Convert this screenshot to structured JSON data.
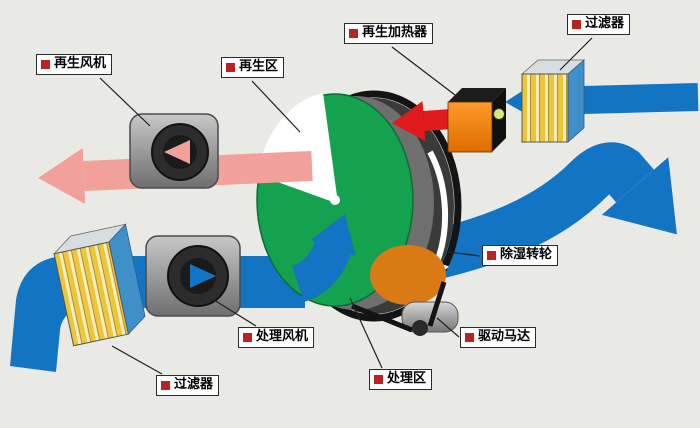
{
  "labels": [
    {
      "id": "regen-fan",
      "text": "再生风机"
    },
    {
      "id": "regen-zone",
      "text": "再生区"
    },
    {
      "id": "regen-heater",
      "text": "再生加热器"
    },
    {
      "id": "filter-top",
      "text": "过滤器"
    },
    {
      "id": "wheel",
      "text": "除湿转轮"
    },
    {
      "id": "drive-motor",
      "text": "驱动马达"
    },
    {
      "id": "process-zone",
      "text": "处理区"
    },
    {
      "id": "process-fan",
      "text": "处理风机"
    },
    {
      "id": "filter-bottom",
      "text": "过滤器"
    }
  ],
  "colors": {
    "background": "#e9e9e6",
    "process_air_blue": "#1474c4",
    "exhaust_pink": "#f2a09a",
    "hot_air_red": "#e01b1b",
    "wheel_green": "#15a24e",
    "heater_orange": "#f08010",
    "filter_yellow": "#edc53a",
    "label_bullet_red": "#bb2222"
  }
}
